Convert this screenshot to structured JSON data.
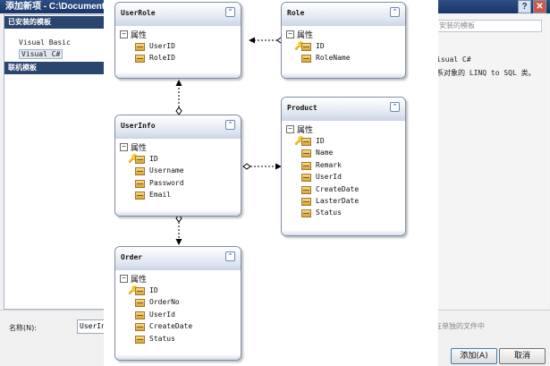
{
  "dialog": {
    "title": "添加新项 - C:\\Document",
    "help_glyph": "?",
    "close_glyph": "✕",
    "left_panel": {
      "installed_header": "已安装的模板",
      "items": [
        "Visual Basic",
        "Visual C#"
      ],
      "online_header": "联机模板"
    },
    "right_panel": {
      "search_text": "安装的模板",
      "type_text": "isual C#",
      "desc_text": "系对象的 LINQ to SQL 类。"
    },
    "bottom": {
      "name_label": "名称(N):",
      "name_value": "UserInf",
      "check_text": "在单独的文件中",
      "add_button": "添加(A)",
      "cancel_button": "取消"
    }
  },
  "diagram": {
    "collapse_glyph": "⌃",
    "section_minus": "−",
    "key_glyph": "🔑",
    "entities": [
      {
        "name": "UserRole",
        "section": "属性",
        "properties": [
          {
            "name": "UserID",
            "key": false
          },
          {
            "name": "RoleID",
            "key": false
          }
        ]
      },
      {
        "name": "Role",
        "section": "属性",
        "properties": [
          {
            "name": "ID",
            "key": true
          },
          {
            "name": "RoleName",
            "key": false
          }
        ]
      },
      {
        "name": "UserInfo",
        "section": "属性",
        "properties": [
          {
            "name": "ID",
            "key": true
          },
          {
            "name": "Username",
            "key": false
          },
          {
            "name": "Password",
            "key": false
          },
          {
            "name": "Email",
            "key": false
          }
        ]
      },
      {
        "name": "Product",
        "section": "属性",
        "properties": [
          {
            "name": "ID",
            "key": true
          },
          {
            "name": "Name",
            "key": false
          },
          {
            "name": "Remark",
            "key": false
          },
          {
            "name": "UserId",
            "key": false
          },
          {
            "name": "CreateDate",
            "key": false
          },
          {
            "name": "LasterDate",
            "key": false
          },
          {
            "name": "Status",
            "key": false
          }
        ]
      },
      {
        "name": "Order",
        "section": "属性",
        "properties": [
          {
            "name": "ID",
            "key": true
          },
          {
            "name": "OrderNo",
            "key": false
          },
          {
            "name": "UserId",
            "key": false
          },
          {
            "name": "CreateDate",
            "key": false
          },
          {
            "name": "Status",
            "key": false
          }
        ]
      }
    ],
    "associations": [
      {
        "from": "Role",
        "to": "UserRole"
      },
      {
        "from": "UserInfo",
        "to": "UserRole"
      },
      {
        "from": "UserInfo",
        "to": "Product"
      },
      {
        "from": "UserInfo",
        "to": "Order"
      }
    ]
  }
}
